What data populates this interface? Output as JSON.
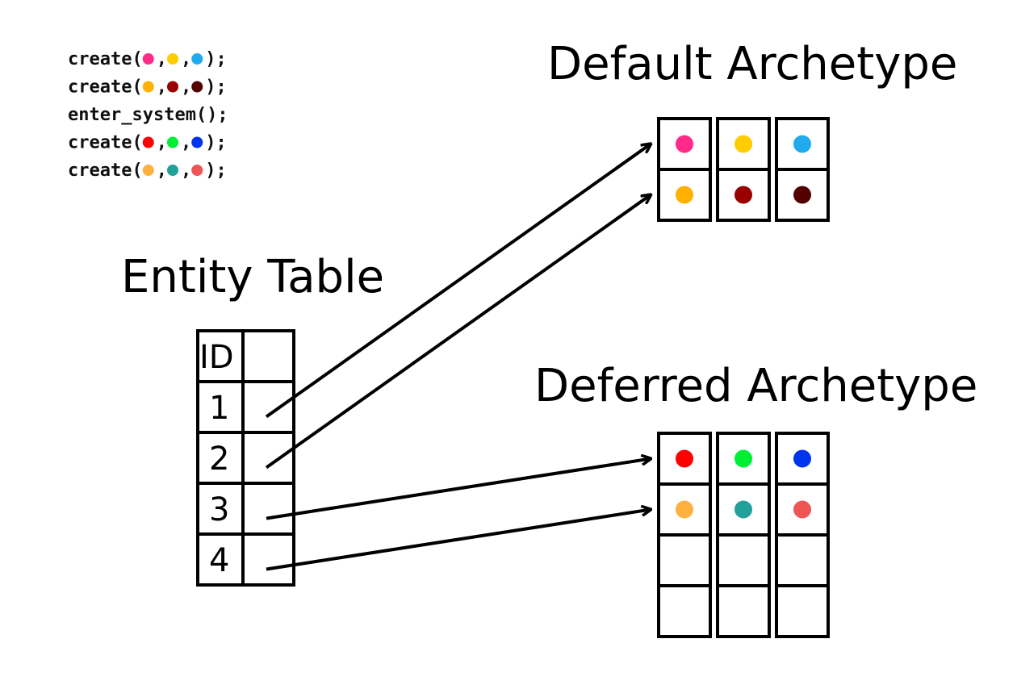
{
  "code": {
    "lines": [
      {
        "text": "create(",
        "dots": [
          "#ff2a8a",
          "#ffcc00",
          "#22aaee"
        ]
      },
      {
        "text": "create(",
        "dots": [
          "#ffb000",
          "#990000",
          "#550000"
        ]
      },
      {
        "text": "enter_system();",
        "dots": []
      },
      {
        "text": "create(",
        "dots": [
          "#ff0000",
          "#00ee33",
          "#0033ee"
        ]
      },
      {
        "text": "create(",
        "dots": [
          "#ffb040",
          "#22a09a",
          "#ee5555"
        ]
      }
    ],
    "separator": ",",
    "closer": ");"
  },
  "entity_table": {
    "title": "Entity Table",
    "header": "ID",
    "ids": [
      "1",
      "2",
      "3",
      "4"
    ]
  },
  "default_archetype": {
    "title": "Default Archetype",
    "rows": [
      [
        "#ff2a8a",
        "#ffcc00",
        "#22aaee"
      ],
      [
        "#ffb000",
        "#990000",
        "#550000"
      ]
    ]
  },
  "deferred_archetype": {
    "title": "Deferred Archetype",
    "rows": [
      [
        "#ff0000",
        "#00ee33",
        "#0033ee"
      ],
      [
        "#ffb040",
        "#22a09a",
        "#ee5555"
      ],
      [
        null,
        null,
        null
      ],
      [
        null,
        null,
        null
      ]
    ]
  },
  "arrows": [
    {
      "from_id": "1",
      "to": "default_archetype",
      "row": 1
    },
    {
      "from_id": "2",
      "to": "default_archetype",
      "row": 2
    },
    {
      "from_id": "3",
      "to": "deferred_archetype",
      "row": 1
    },
    {
      "from_id": "4",
      "to": "deferred_archetype",
      "row": 2
    }
  ]
}
